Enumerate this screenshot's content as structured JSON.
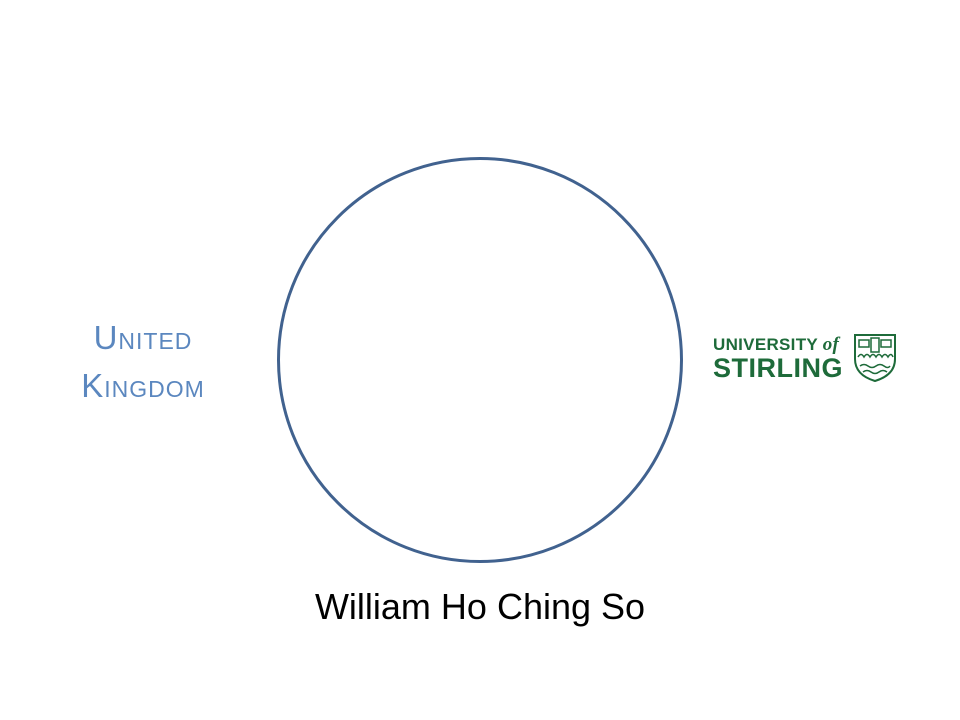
{
  "slide": {
    "country_line1": "United",
    "country_line2": "Kingdom",
    "name": "William Ho Ching So",
    "logo": {
      "line1": "UNIVERSITY",
      "of": "of",
      "line2": "STIRLING"
    },
    "colors": {
      "country": "#5b87bf",
      "circle": "#41628f",
      "logo": "#1e6b3a"
    }
  }
}
